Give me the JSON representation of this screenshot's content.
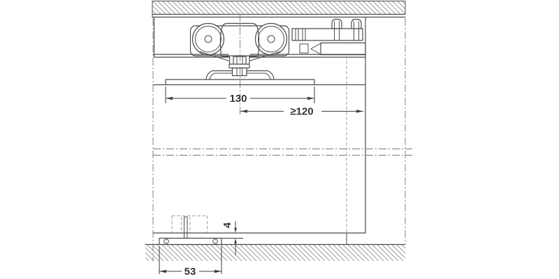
{
  "drawing": {
    "kind": "technical-section",
    "subject": "sliding-door-top-hung-roller-fitting",
    "dimensions": {
      "hanger_plate_width": {
        "label": "130"
      },
      "min_side_clearance": {
        "label": "≥120"
      },
      "floor_clearance": {
        "label": "4"
      },
      "floor_guide_length": {
        "label": "53"
      }
    },
    "colors": {
      "background": "#ffffff",
      "line": "#4b4b4b",
      "hatch": "#8d8d8d",
      "hidden": "#9b9b9b",
      "centerline": "#787878",
      "dimension": "#3d3d3d",
      "text": "#353535"
    }
  }
}
